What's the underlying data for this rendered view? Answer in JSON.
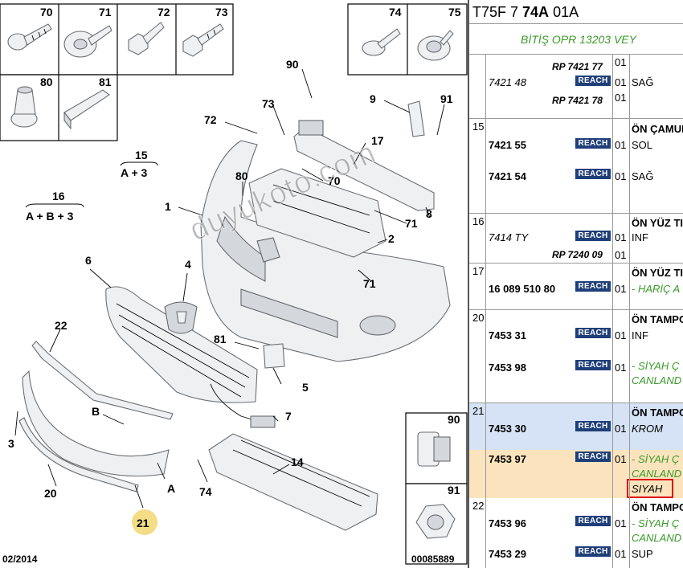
{
  "diagram": {
    "callouts": [
      "1",
      "2",
      "3",
      "4",
      "5",
      "6",
      "7",
      "8",
      "9",
      "14",
      "15",
      "16",
      "17",
      "20",
      "21",
      "22",
      "70",
      "71",
      "72",
      "73",
      "74",
      "80",
      "81",
      "90",
      "91",
      "A",
      "B"
    ],
    "formula_4": "A + 3",
    "formula_5": "A + B + 3",
    "boxes": {
      "b70": "70",
      "b71": "71",
      "b72": "72",
      "b73": "73",
      "b74": "74",
      "b75": "75",
      "b80": "80",
      "b81": "81",
      "b90": "90",
      "b91": "91"
    },
    "date": "02/2014",
    "code": "00085889",
    "watermark": "duyukoto.com"
  },
  "catalog": {
    "header_pre": "T75F 7 ",
    "header_bold": "74A",
    "header_post": " 01A",
    "subheader": "BİTİŞ OPR 13203 VEY",
    "reach_label": "REACH",
    "rows": [
      {
        "num": "",
        "refs": [
          {
            "ref": "7421 48",
            "italic": true
          }
        ],
        "rp": [
          "RP 7421 77",
          "RP 7421 78"
        ],
        "qty": [
          "01",
          "01",
          "01"
        ],
        "desc": [
          {
            "t": "SAĞ",
            "s": ""
          }
        ]
      },
      {
        "num": "15",
        "refs": [
          {
            "ref": "7421 55"
          },
          {
            "ref": "7421 54"
          }
        ],
        "qty": [
          "01",
          "01"
        ],
        "desc": [
          {
            "t": "ÖN ÇAMUR",
            "s": "bold"
          },
          {
            "t": "SOL",
            "s": ""
          },
          {
            "t": "SAĞ",
            "s": ""
          }
        ]
      },
      {
        "num": "16",
        "refs": [
          {
            "ref": "7414 TY",
            "italic": true
          }
        ],
        "rp": [
          "RP 7240 09"
        ],
        "qty": [
          "01",
          "01"
        ],
        "desc": [
          {
            "t": "ÖN YÜZ TI",
            "s": "bold"
          },
          {
            "t": "INF",
            "s": ""
          }
        ]
      },
      {
        "num": "17",
        "refs": [
          {
            "ref": "16 089 510 80"
          }
        ],
        "qty": [
          "01"
        ],
        "desc": [
          {
            "t": "ÖN YÜZ TI",
            "s": "bold"
          },
          {
            "t": "- HARİÇ A",
            "s": "green"
          }
        ]
      },
      {
        "num": "20",
        "refs": [
          {
            "ref": "7453 31"
          },
          {
            "ref": "7453 98"
          }
        ],
        "qty": [
          "01",
          "01"
        ],
        "desc": [
          {
            "t": "ÖN TAMPO",
            "s": "bold"
          },
          {
            "t": "INF",
            "s": ""
          },
          {
            "t": "- SİYAH Ç",
            "s": "green"
          },
          {
            "t": "CANLAND",
            "s": "green"
          }
        ]
      },
      {
        "num": "21",
        "refs": [
          {
            "ref": "7453 30"
          },
          {
            "ref": "7453 97"
          }
        ],
        "qty": [
          "01",
          "01"
        ],
        "desc": [
          {
            "t": "ÖN TAMPO",
            "s": "bold"
          },
          {
            "t": "KROM",
            "s": "it"
          },
          {
            "t": "- SİYAH Ç",
            "s": "green"
          },
          {
            "t": "CANLAND",
            "s": "green"
          },
          {
            "t": "SIYAH",
            "s": "it"
          }
        ]
      },
      {
        "num": "22",
        "refs": [
          {
            "ref": "7453 96"
          },
          {
            "ref": "7453 29"
          }
        ],
        "qty": [
          "01",
          "01"
        ],
        "desc": [
          {
            "t": "ÖN TAMPO",
            "s": "bold"
          },
          {
            "t": "- SİYAH Ç",
            "s": "green"
          },
          {
            "t": "CANLAND",
            "s": "green"
          },
          {
            "t": "SUP",
            "s": ""
          }
        ]
      }
    ]
  },
  "colors": {
    "reach_bg": "#1f3f7a",
    "highlight_blue": "#d6e2f5",
    "highlight_tan": "#fbe4bd",
    "callout_circle": "#f3dd86",
    "red_box": "#e01010",
    "green_text": "#3a9a2a"
  }
}
